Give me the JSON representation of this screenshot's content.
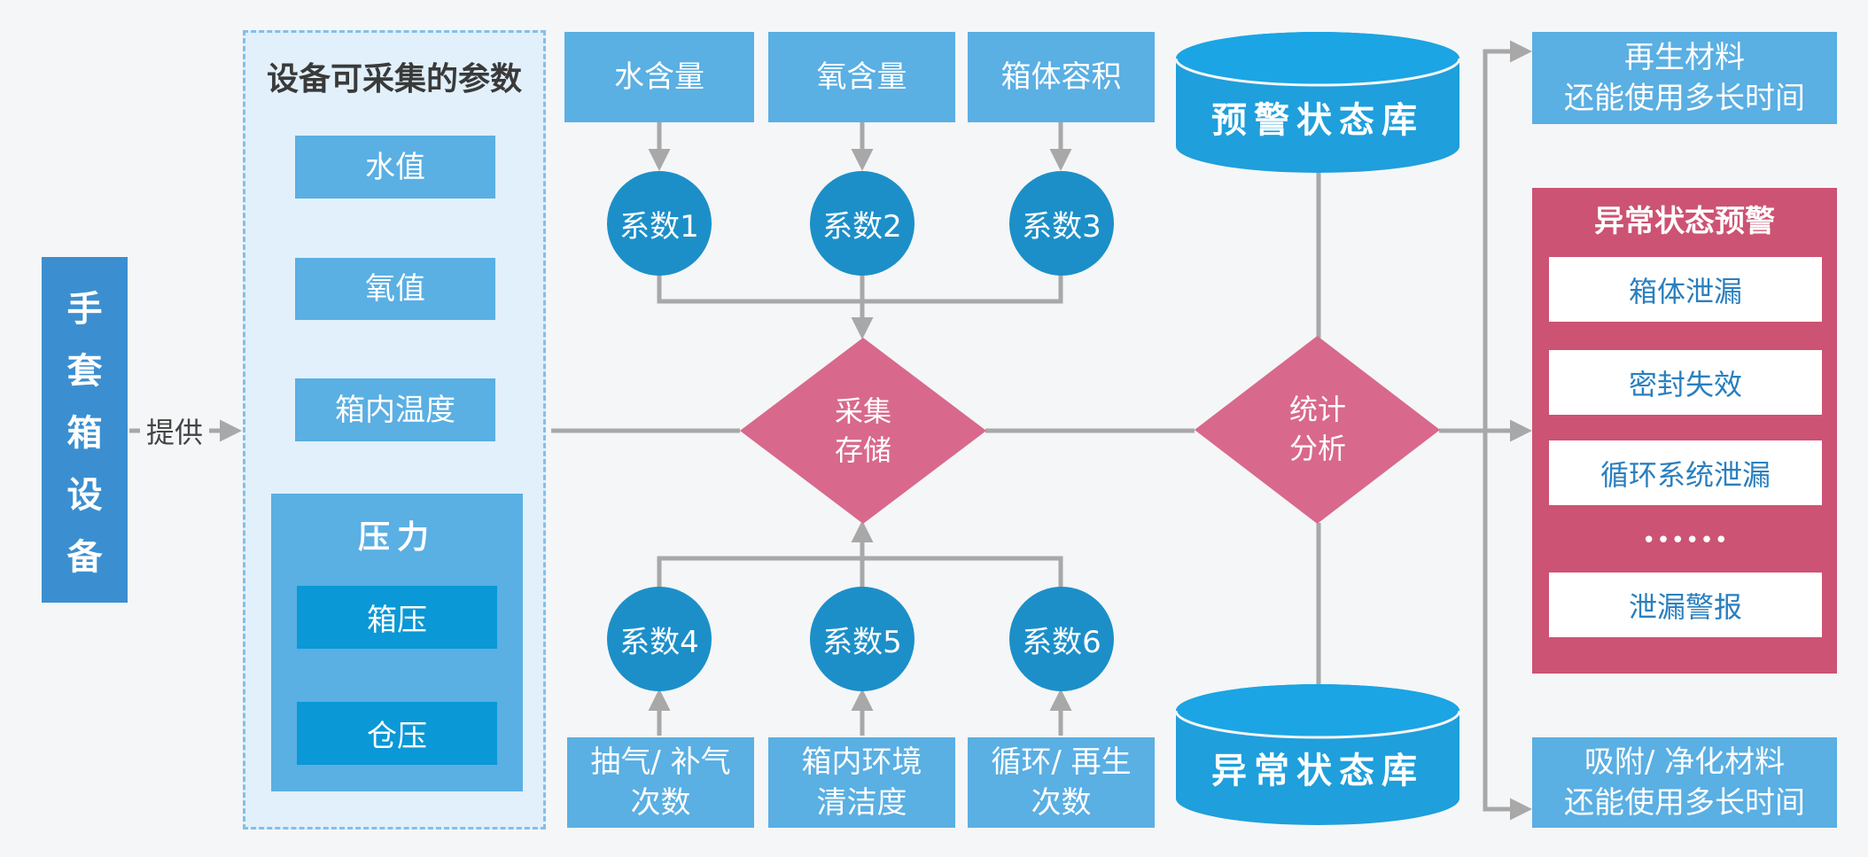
{
  "device": {
    "label": "手套箱设备",
    "chars": [
      "手",
      "套",
      "箱",
      "设",
      "备"
    ]
  },
  "provide_label": "提供",
  "params_panel": {
    "title": "设备可采集的参数",
    "items": [
      "水值",
      "氧值",
      "箱内温度"
    ],
    "pressure": {
      "title": "压力",
      "items": [
        "箱压",
        "仓压"
      ]
    }
  },
  "top_inputs": [
    "水含量",
    "氧含量",
    "箱体容积"
  ],
  "top_coefficients": [
    "系数1",
    "系数2",
    "系数3"
  ],
  "bottom_coefficients": [
    "系数4",
    "系数5",
    "系数6"
  ],
  "bottom_inputs": [
    "抽气/ 补气\n次数",
    "箱内环境\n清洁度",
    "循环/ 再生\n次数"
  ],
  "collect_store": "采集\n存储",
  "statistics": "统计\n分析",
  "warning_db": "预警状态库",
  "abnormal_db": "异常状态库",
  "outputs": {
    "top": "再生材料\n还能使用多长时间",
    "bottom": "吸附/ 净化材料\n还能使用多长时间",
    "alert_panel": {
      "title": "异常状态预警",
      "items": [
        "箱体泄漏",
        "密封失效",
        "循环系统泄漏",
        "••••••",
        "泄漏警报"
      ]
    }
  },
  "colors": {
    "light_blue": "#5aafe3",
    "dark_blue": "#0a98d6",
    "circle_blue": "#1c8fc9",
    "device_blue": "#3b8fd0",
    "pink": "#d8698c",
    "alert_red": "#cc5373",
    "connector_gray": "#a8a8a8",
    "panel_bg": "#e1f0fb"
  }
}
